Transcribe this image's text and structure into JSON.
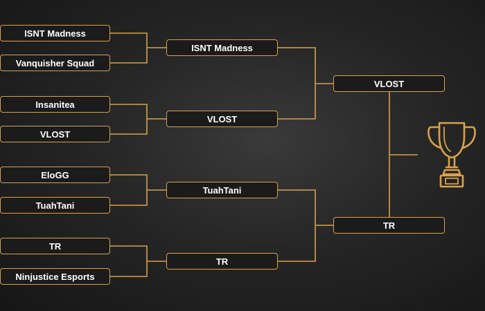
{
  "colors": {
    "accent": "#d9a24a",
    "background": "#222222",
    "slot_fill": "#1b1b1b",
    "text": "#ffffff"
  },
  "icons": {
    "trophy": "trophy-icon"
  },
  "bracket": {
    "round1": [
      "ISNT Madness",
      "Vanquisher Squad",
      "Insanitea",
      "VLOST",
      "EloGG",
      "TuahTani",
      "TR",
      "Ninjustice Esports"
    ],
    "round2": [
      "ISNT Madness",
      "VLOST",
      "TuahTani",
      "TR"
    ],
    "final": [
      "VLOST",
      "TR"
    ]
  }
}
